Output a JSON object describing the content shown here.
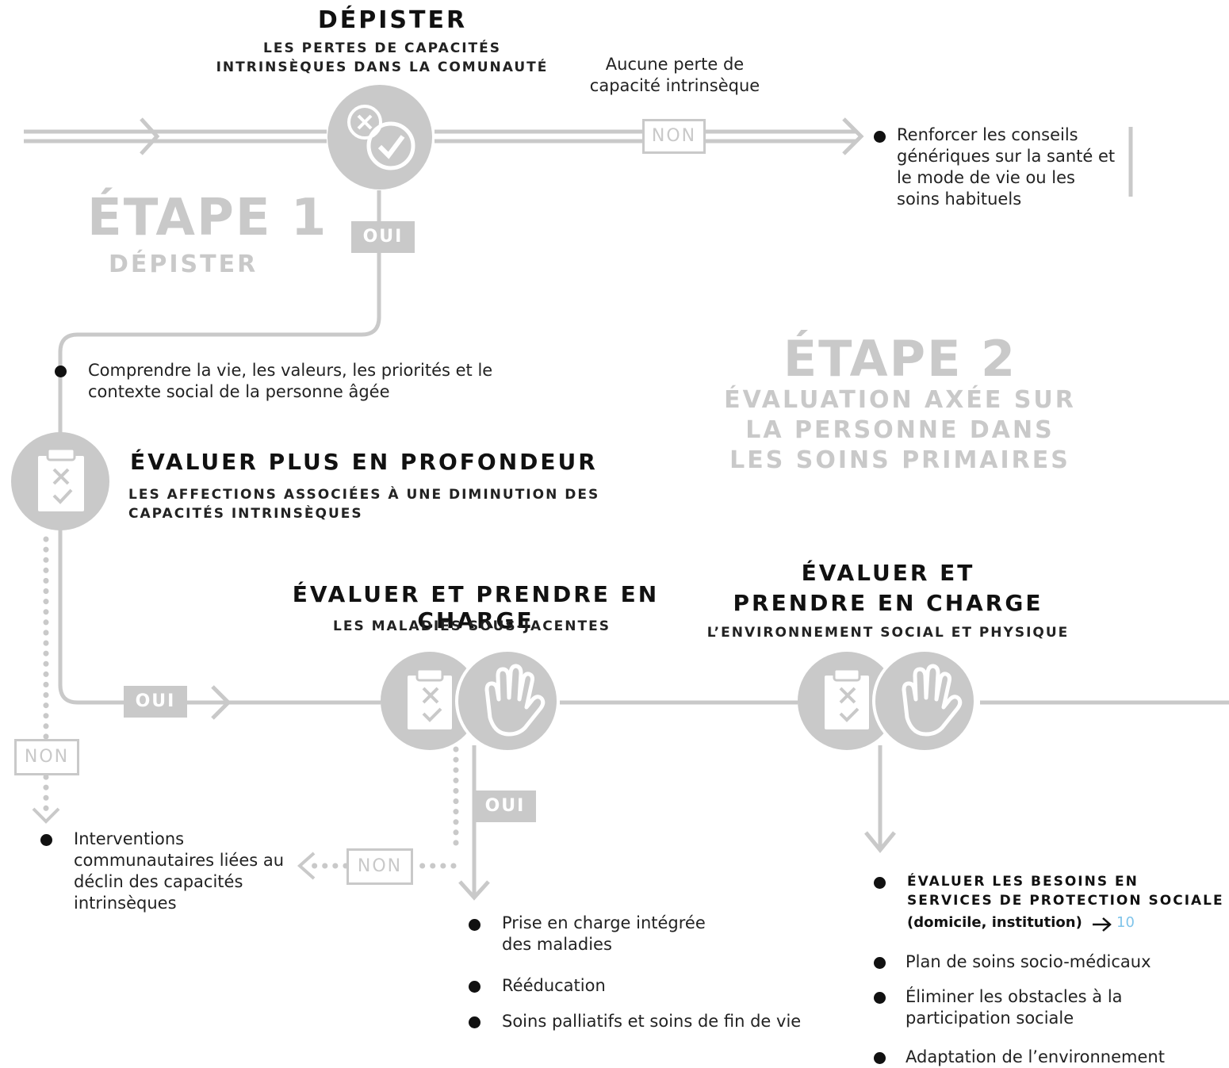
{
  "step1": {
    "title": "DÉPISTER",
    "subtitle": "LES PERTES DE CAPACITÉS INTRINSÈQUES DANS LA COMUNAUTÉ",
    "no_condition": "Aucune perte de capacité intrinsèque",
    "no_tag": "NON",
    "no_action": "Renforcer les conseils génériques sur la santé et le mode de vie ou les soins habituels",
    "yes_tag": "OUI",
    "label_big": "ÉTAPE 1",
    "label_small": "DÉPISTER"
  },
  "step2": {
    "label_big": "ÉTAPE 2",
    "label_small": "ÉVALUATION AXÉE SUR LA PERSONNE DANS LES SOINS PRIMAIRES",
    "understand": "Comprendre la vie, les valeurs, les priorités et le contexte social de la personne âgée",
    "deep_title": "ÉVALUER PLUS EN PROFONDEUR",
    "deep_subtitle": "LES AFFECTIONS ASSOCIÉES À UNE DIMINUTION DES CAPACITÉS INTRINSÈQUES",
    "yes_tag": "OUI",
    "no_tag": "NON",
    "community_action": "Interventions communautaires liées au déclin des capacités intrinsèques"
  },
  "diseases": {
    "title": "ÉVALUER ET PRENDRE EN CHARGE",
    "subtitle": "LES MALADIES SOUS-JACENTES",
    "yes_tag": "OUI",
    "no_tag": "NON",
    "actions": [
      "Prise en charge intégrée des maladies",
      "Rééducation",
      "Soins palliatifs et soins de fin de vie"
    ]
  },
  "environment": {
    "title": "ÉVALUER ET PRENDRE EN CHARGE",
    "subtitle": "L’ENVIRONNEMENT SOCIAL ET PHYSIQUE",
    "actions": {
      "social_title": "ÉVALUER LES BESOINS EN SERVICES DE PROTECTION SOCIALE",
      "social_note": "(domicile, institution)",
      "social_ref": "10",
      "plan": "Plan de soins socio-médicaux",
      "obstacles": "Éliminer les obstacles à la participation sociale",
      "adaptation": "Adaptation de l’environnement"
    }
  },
  "colors": {
    "ink": "#111111",
    "grey": "#c9c9c9",
    "link": "#7fc4ea"
  },
  "icons": [
    "check-cross-icon",
    "clipboard-icon",
    "hand-icon",
    "arrow-right-icon",
    "arrow-down-icon",
    "arrow-left-icon"
  ]
}
